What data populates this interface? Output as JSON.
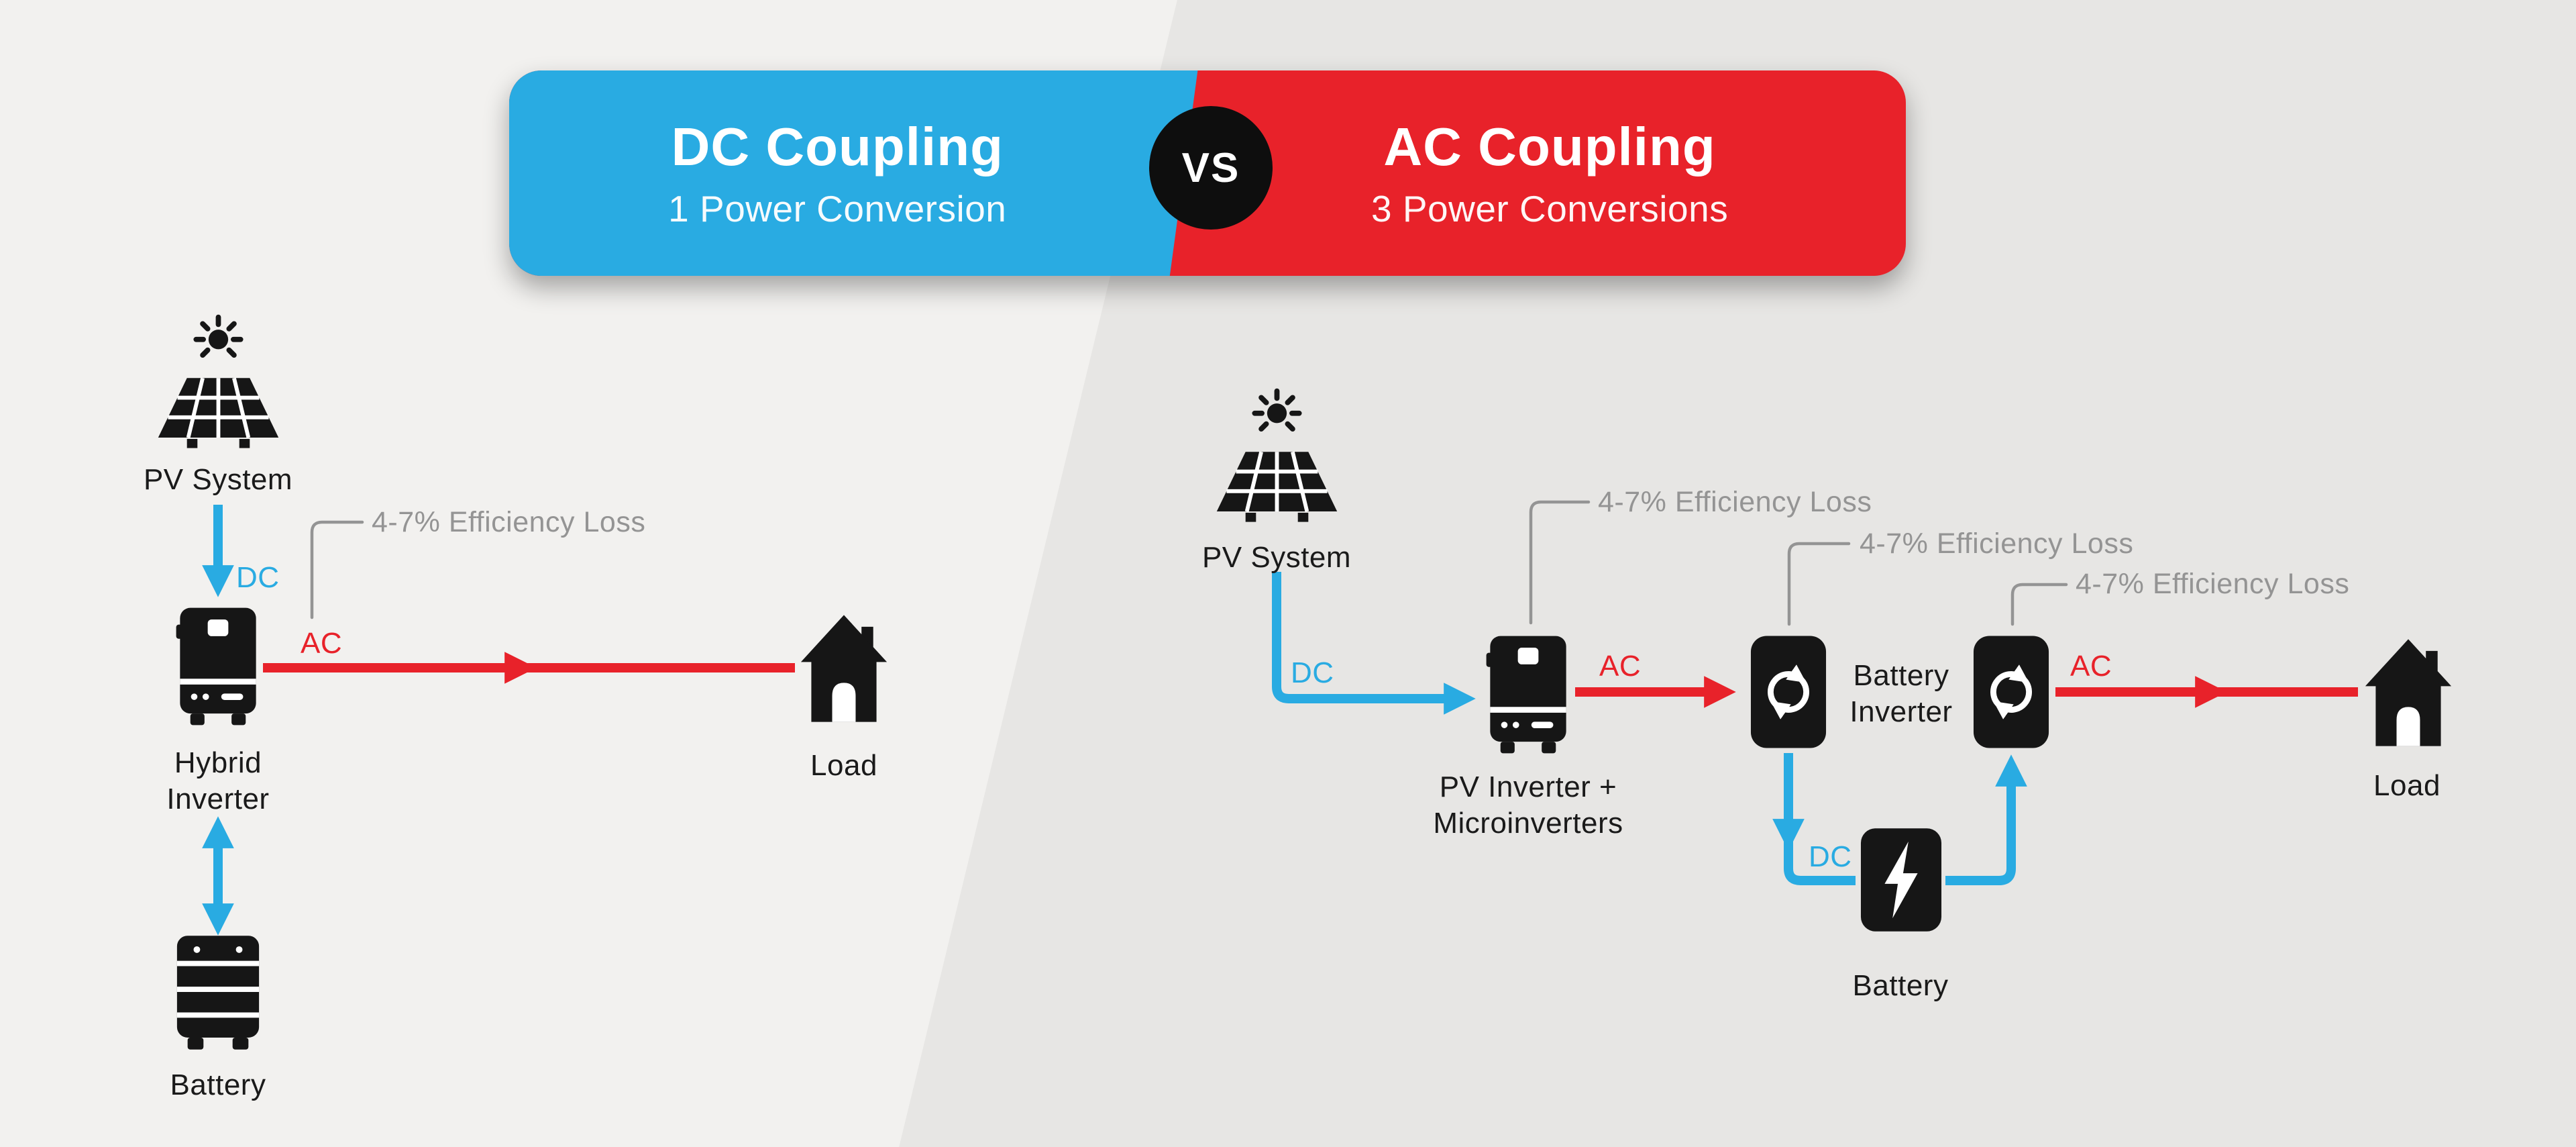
{
  "header": {
    "dc_title": "DC Coupling",
    "dc_subtitle": "1 Power Conversion",
    "vs_label": "VS",
    "ac_title": "AC Coupling",
    "ac_subtitle": "3 Power Conversions"
  },
  "dc_side": {
    "pv_label": "PV System",
    "dc_arrow_label": "DC",
    "inverter_line1": "Hybrid",
    "inverter_line2": "Inverter",
    "ac_arrow_label": "AC",
    "efficiency_note": "4-7% Efficiency Loss",
    "load_label": "Load",
    "battery_label": "Battery"
  },
  "ac_side": {
    "pv_label": "PV System",
    "dc_arrow_label": "DC",
    "inverter_line1": "PV Inverter +",
    "inverter_line2": "Microinverters",
    "ac_arrow_label_1": "AC",
    "efficiency_note_1": "4-7% Efficiency Loss",
    "efficiency_note_2": "4-7% Efficiency Loss",
    "efficiency_note_3": "4-7% Efficiency Loss",
    "battery_inverter_line1": "Battery",
    "battery_inverter_line2": "Inverter",
    "dc_arrow_label_2": "DC",
    "battery_label": "Battery",
    "ac_arrow_label_2": "AC",
    "load_label": "Load"
  },
  "colors": {
    "blue": "#29ABE2",
    "red": "#E8222A",
    "icon_black": "#161616",
    "note_gray": "#949494",
    "bg_left": "#F2F1EF",
    "bg_right": "#E7E6E4"
  }
}
